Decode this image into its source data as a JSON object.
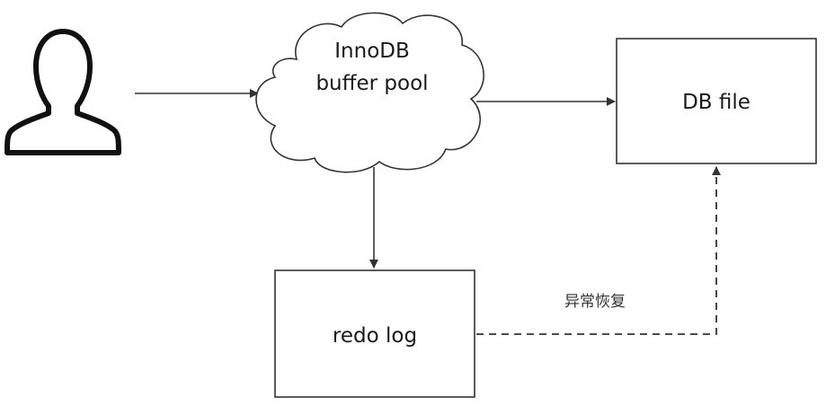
{
  "nodes": {
    "user": {
      "icon": "user-icon"
    },
    "buffer_pool": {
      "line1": "InnoDB",
      "line2": "buffer pool"
    },
    "db_file": {
      "label": "DB file"
    },
    "redo_log": {
      "label": "redo log"
    }
  },
  "edges": {
    "recovery_label": "异常恢复"
  },
  "colors": {
    "stroke": "#1a1a1a",
    "background": "#ffffff"
  }
}
